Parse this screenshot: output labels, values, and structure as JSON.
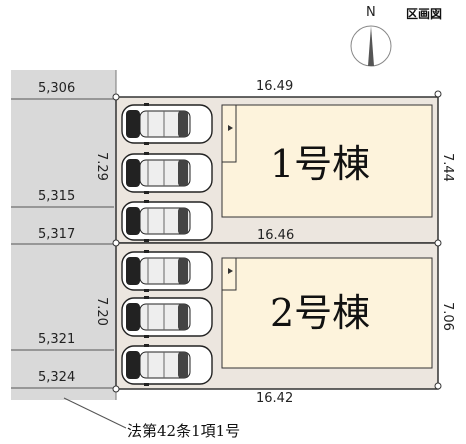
{
  "title": "区画図",
  "compass": {
    "label": "N"
  },
  "road": {
    "widths": [
      "5,306",
      "5,315",
      "5,317",
      "5,321",
      "5,324"
    ],
    "caption": "法第42条1項1号"
  },
  "lots": [
    {
      "label": "1号棟",
      "top_edge": "16.49",
      "bottom_edge": "16.46",
      "left_edge": "7.29",
      "right_edge": "7.44"
    },
    {
      "label": "2号棟",
      "top_edge": "16.46",
      "bottom_edge": "16.42",
      "left_edge": "7.20",
      "right_edge": "7.06"
    }
  ],
  "colors": {
    "road": "#d9d9d9",
    "lot_ground": "#ece6df",
    "building": "#fdf3dc",
    "boundary": "#333333",
    "line": "#555555"
  },
  "icons": [
    "compass-icon",
    "car-icon",
    "triangle-marker-icon"
  ]
}
